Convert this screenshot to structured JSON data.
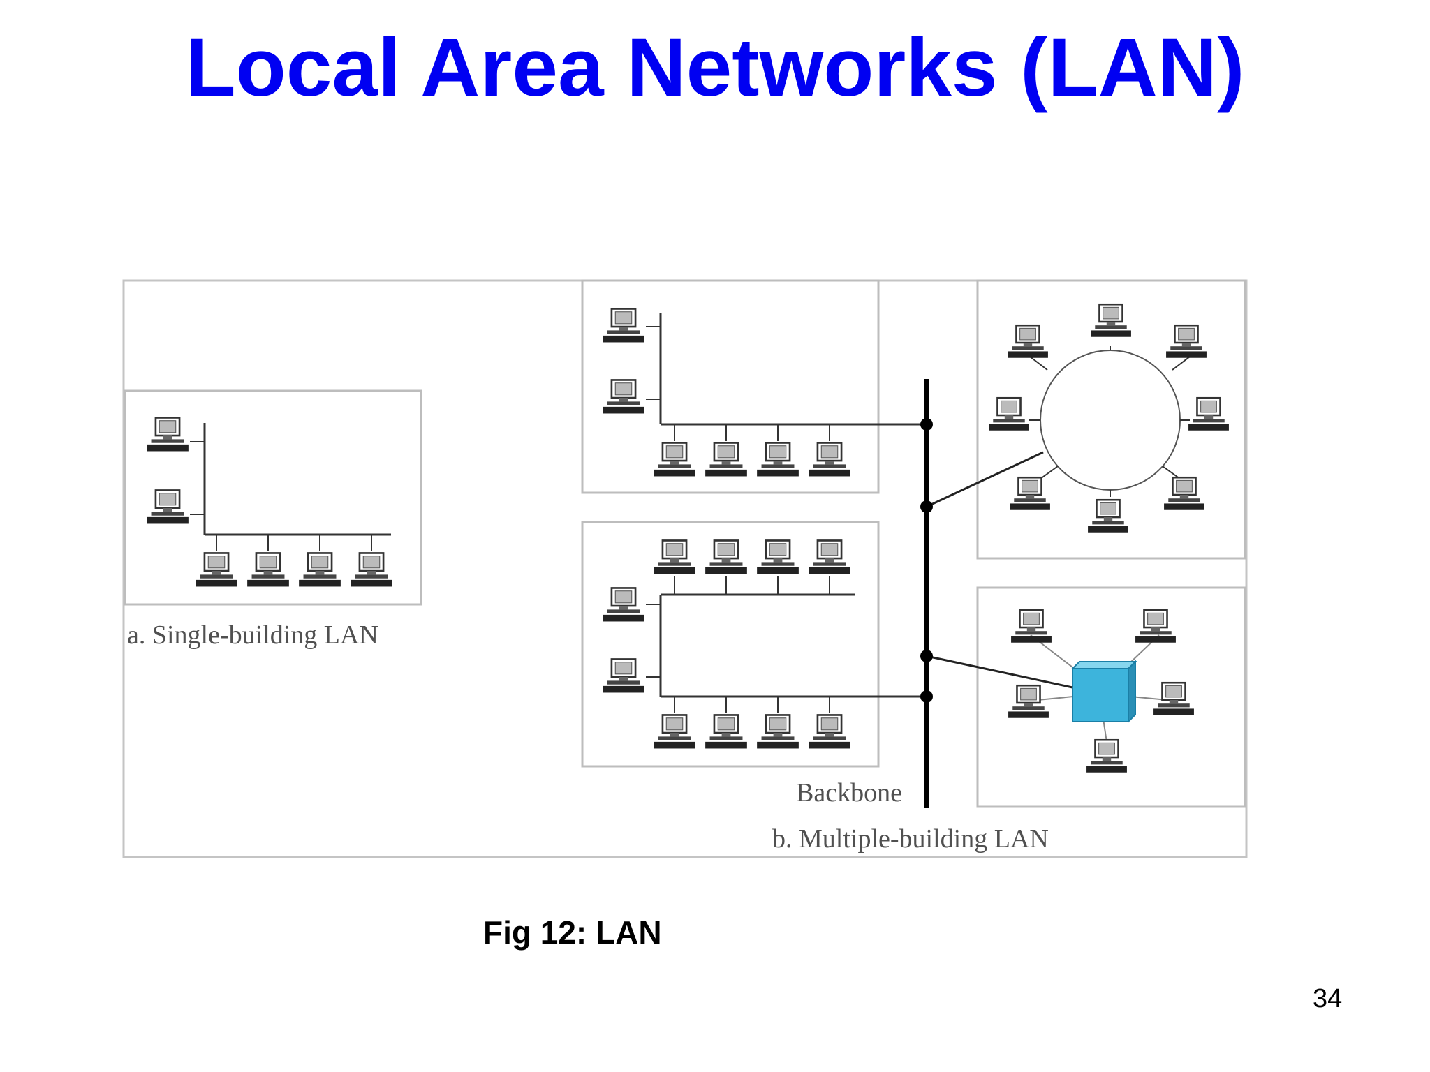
{
  "slide": {
    "title": "Local Area Networks (LAN)",
    "caption": "Fig 12: LAN",
    "page_number": "34"
  },
  "diagram": {
    "labels": {
      "single_building": "a. Single-building LAN",
      "backbone": "Backbone",
      "multiple_building": "b. Multiple-building LAN"
    },
    "hub_color": "#3db4dc"
  },
  "colors": {
    "title": "#0000f2"
  }
}
